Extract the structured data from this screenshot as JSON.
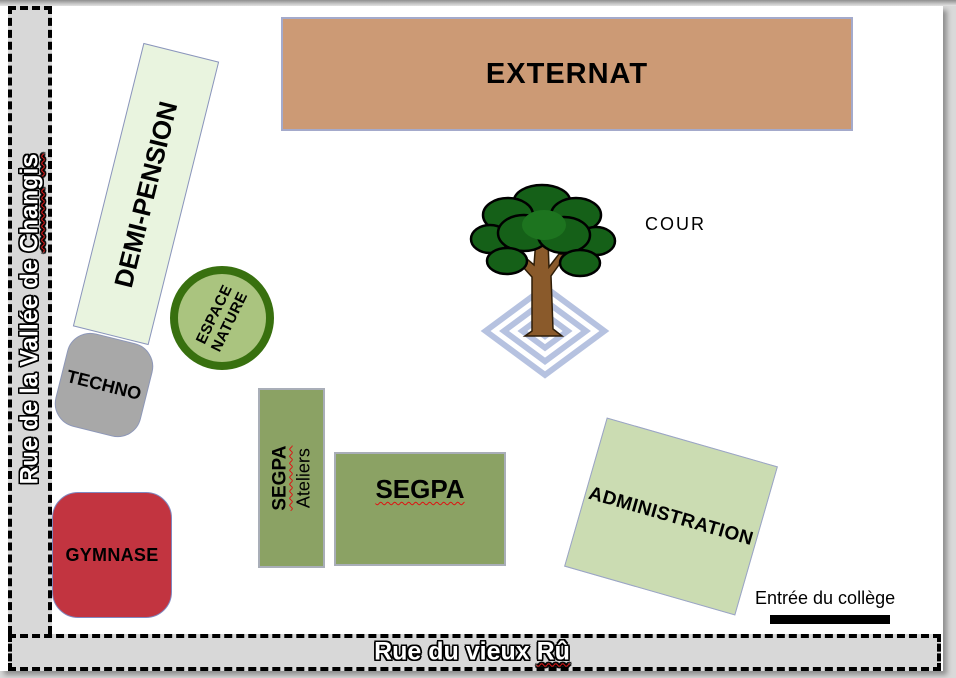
{
  "streets": {
    "left": {
      "text": "Rue de la Vallée de ",
      "word": "Changis"
    },
    "bottom": {
      "text": "Rue du vieux ",
      "word": "Rû"
    }
  },
  "buildings": {
    "externat": {
      "label": "EXTERNAT",
      "color": "#cc9a75"
    },
    "demi_pension": {
      "label": "DEMI-PENSION",
      "color": "#e9f4df"
    },
    "techno": {
      "label": "TECHNO",
      "color": "#a8a8a8"
    },
    "espace_nature": {
      "line1": "ESPACE",
      "line2": "NATURE",
      "fill": "#aac47f",
      "ring": "#38700f"
    },
    "segpa_ateliers": {
      "main": "SEGPA",
      "sub": "Ateliers",
      "color": "#8ba264"
    },
    "segpa": {
      "label": "SEGPA",
      "color": "#8ba264"
    },
    "administration": {
      "label": "ADMINISTRATION",
      "color": "#cbdcb2"
    },
    "gymnase": {
      "label": "GYMNASE",
      "color": "#c23440"
    }
  },
  "labels": {
    "cour": "COUR",
    "entrance": "Entrée du collège"
  },
  "colors": {
    "street_fill": "#d8d8d8",
    "street_dash": "#000000",
    "building_border": "#9aa3c8",
    "spiral_ground": "#b6c2e0",
    "tree_foliage": "#156018",
    "tree_trunk": "#8a5a2b",
    "spellcheck_underline": "#e01010",
    "entrance_bar": "#000000"
  },
  "icons": {
    "tree": "tree-icon",
    "spiral": "planter-spiral-icon"
  }
}
